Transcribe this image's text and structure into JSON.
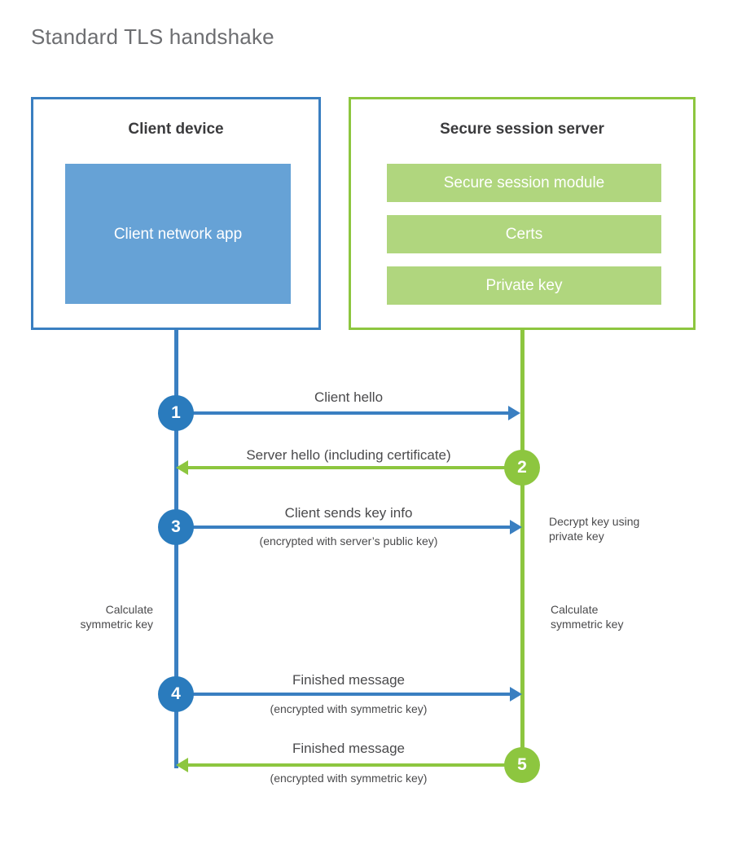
{
  "title": "Standard TLS handshake",
  "entities": {
    "client": {
      "title": "Client device",
      "inner_label": "Client network app",
      "border_color": "#3a7fc1",
      "inner_color": "#66a2d6"
    },
    "server": {
      "title": "Secure session server",
      "border_color": "#8dc63f",
      "block_color": "#b0d67e",
      "blocks": [
        {
          "label": "Secure session module"
        },
        {
          "label": "Certs"
        },
        {
          "label": "Private key"
        }
      ]
    }
  },
  "steps": [
    {
      "number": "1",
      "direction": "client-to-server",
      "color": "#2a7bbd",
      "label": "Client hello",
      "sublabel": ""
    },
    {
      "number": "2",
      "direction": "server-to-client",
      "color": "#8dc63f",
      "label": "Server hello (including certificate)",
      "sublabel": ""
    },
    {
      "number": "3",
      "direction": "client-to-server",
      "color": "#2a7bbd",
      "label": "Client sends key info",
      "sublabel": "(encrypted with server’s public key)"
    },
    {
      "number": "4",
      "direction": "client-to-server",
      "color": "#2a7bbd",
      "label": "Finished message",
      "sublabel": "(encrypted with symmetric key)"
    },
    {
      "number": "5",
      "direction": "server-to-client",
      "color": "#8dc63f",
      "label": "Finished message",
      "sublabel": "(encrypted with symmetric key)"
    }
  ],
  "annotations": {
    "server_decrypt": "Decrypt key using\nprivate key",
    "server_decrypt_line1": "Decrypt key using",
    "server_decrypt_line2": "private key",
    "client_calc_line1": "Calculate",
    "client_calc_line2": "symmetric key",
    "server_calc_line1": "Calculate",
    "server_calc_line2": "symmetric key"
  },
  "colors": {
    "blue_primary": "#3a7fc1",
    "blue_circle": "#2a7bbd",
    "blue_fill": "#66a2d6",
    "green_primary": "#8dc63f",
    "green_fill": "#b0d67e",
    "title_gray": "#6d6e71",
    "text_gray": "#4a4a4c"
  }
}
